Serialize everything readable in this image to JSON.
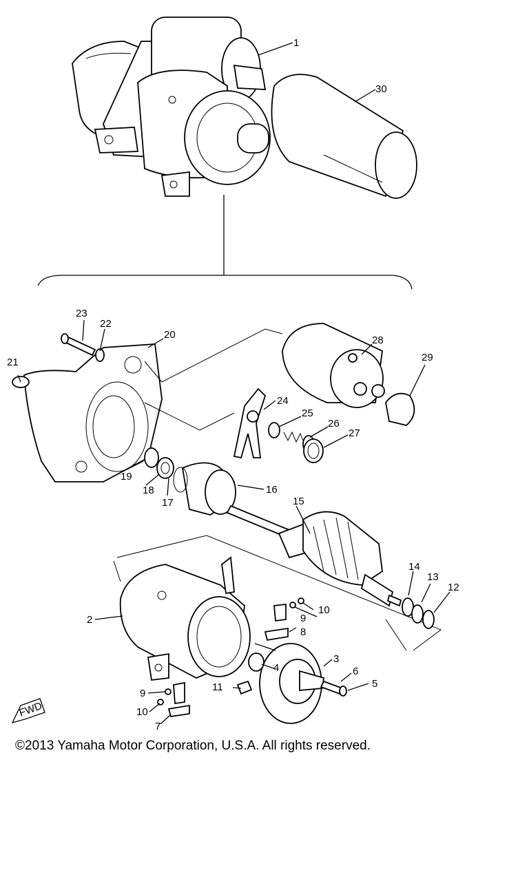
{
  "diagram": {
    "callouts": [
      "1",
      "2",
      "3",
      "4",
      "5",
      "6",
      "7",
      "8",
      "9",
      "9",
      "10",
      "10",
      "11",
      "12",
      "13",
      "14",
      "15",
      "16",
      "17",
      "18",
      "19",
      "20",
      "21",
      "22",
      "23",
      "24",
      "25",
      "26",
      "27",
      "28",
      "29",
      "30"
    ],
    "direction_marker": "FWD"
  },
  "footer": {
    "copyright": "©2013 Yamaha Motor Corporation, U.S.A. All rights reserved."
  }
}
